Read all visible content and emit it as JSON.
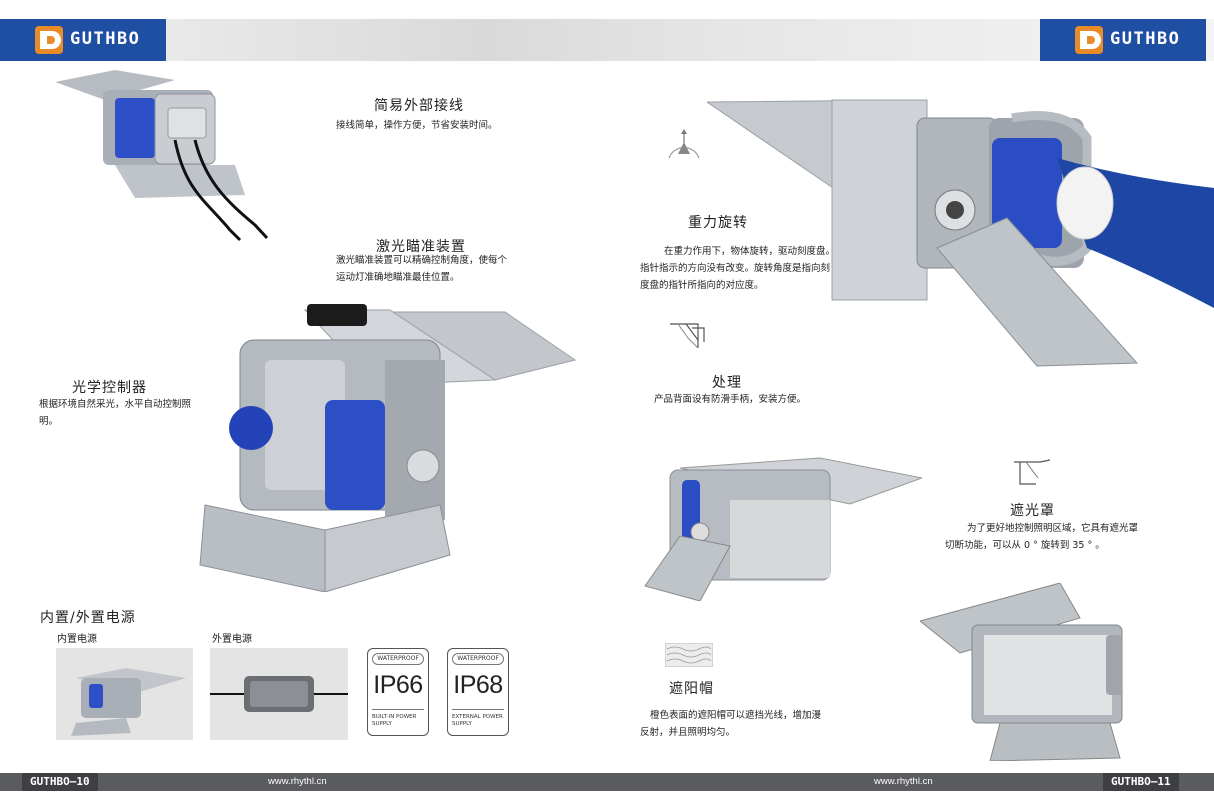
{
  "header": {
    "brand": "GUTHBO",
    "colors": {
      "brand_blue": "#1f4fa3",
      "footer_gray": "#5a5c60",
      "accent_blue": "#2546b8"
    }
  },
  "left": {
    "sec_wiring": {
      "title": "简易外部接线",
      "text": "接线简单，操作方便，节省安装时间。"
    },
    "sec_laser": {
      "title": "激光瞄准装置",
      "line1": "激光瞄准装置可以精确控制角度，使每个",
      "line2": "运动灯准确地瞄准最佳位置。"
    },
    "sec_optic": {
      "title": "光学控制器",
      "line1": "根据环境自然采光，水平自动控制照",
      "line2": "明。"
    },
    "sec_power": {
      "title": "内置/外置电源",
      "internal_label": "内置电源",
      "external_label": "外置电源",
      "badges": [
        {
          "top": "WATERPROOF",
          "big": "IP66",
          "sub1": "BUILT-IN POWER",
          "sub2": "SUPPLY"
        },
        {
          "top": "WATERPROOF",
          "big": "IP68",
          "sub1": "EXTERNAL POWER",
          "sub2": "SUPPLY"
        }
      ]
    }
  },
  "right": {
    "sec_gravity": {
      "title": "重力旋转",
      "line1": "在重力作用下，物体旋转，驱动刻度盘。",
      "line2": "指针指示的方向没有改变。旋转角度是指向刻",
      "line3": "度盘的指针所指向的对应度。"
    },
    "sec_handle": {
      "title": "处理",
      "text": "产品背面设有防滑手柄，安装方便。"
    },
    "sec_shade": {
      "title": "遮光罩",
      "line1": "为了更好地控制照明区域，它具有遮光罩",
      "line2": "切断功能，可以从 0 ° 旋转到 35 ° 。"
    },
    "sec_visor": {
      "title": "遮阳帽",
      "line1": "橙色表面的遮阳帽可以遮挡光线，增加漫",
      "line2": "反射，并且照明均匀。"
    }
  },
  "footer": {
    "left_tag": "GUTHBO—10",
    "right_tag": "GUTHBO—11",
    "url_left": "www.rhythl.cn",
    "url_right": "www.rhythl.cn"
  }
}
